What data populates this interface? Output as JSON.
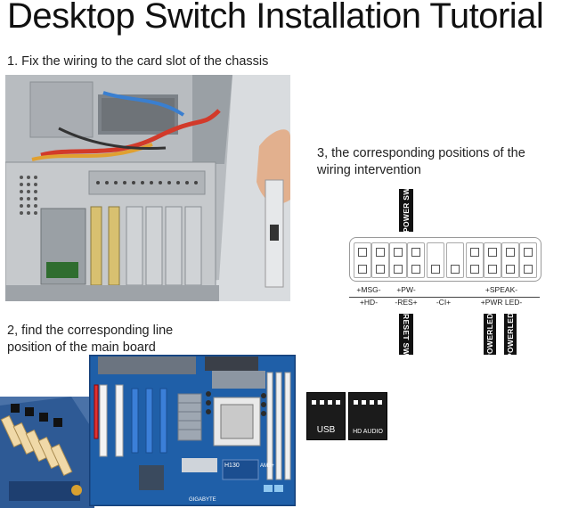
{
  "title": "Desktop Switch Installation Tutorial",
  "steps": {
    "step1": "1. Fix the wiring to the card slot of the chassis",
    "step2": "2, find the corresponding line position of the main board",
    "step3": "3, the corresponding positions of the wiring intervention"
  },
  "diagram": {
    "top_labels": [
      "POWER SW"
    ],
    "bottom_labels": [
      "RESET SW",
      "POWERLED+",
      "POWERLED-"
    ],
    "pin_row_top": [
      "+MSG-",
      "+PW-",
      "",
      "+SPEAK-"
    ],
    "pin_row_bottom": [
      "+HD-",
      "-RES+",
      "-CI+",
      "+PWR LED-"
    ]
  },
  "connectors": {
    "usb": "USB",
    "hd_audio": "HD AUDIO"
  },
  "board_marks": {
    "model": "H130",
    "brand": "GIGABYTE",
    "socket": "AM3+"
  }
}
